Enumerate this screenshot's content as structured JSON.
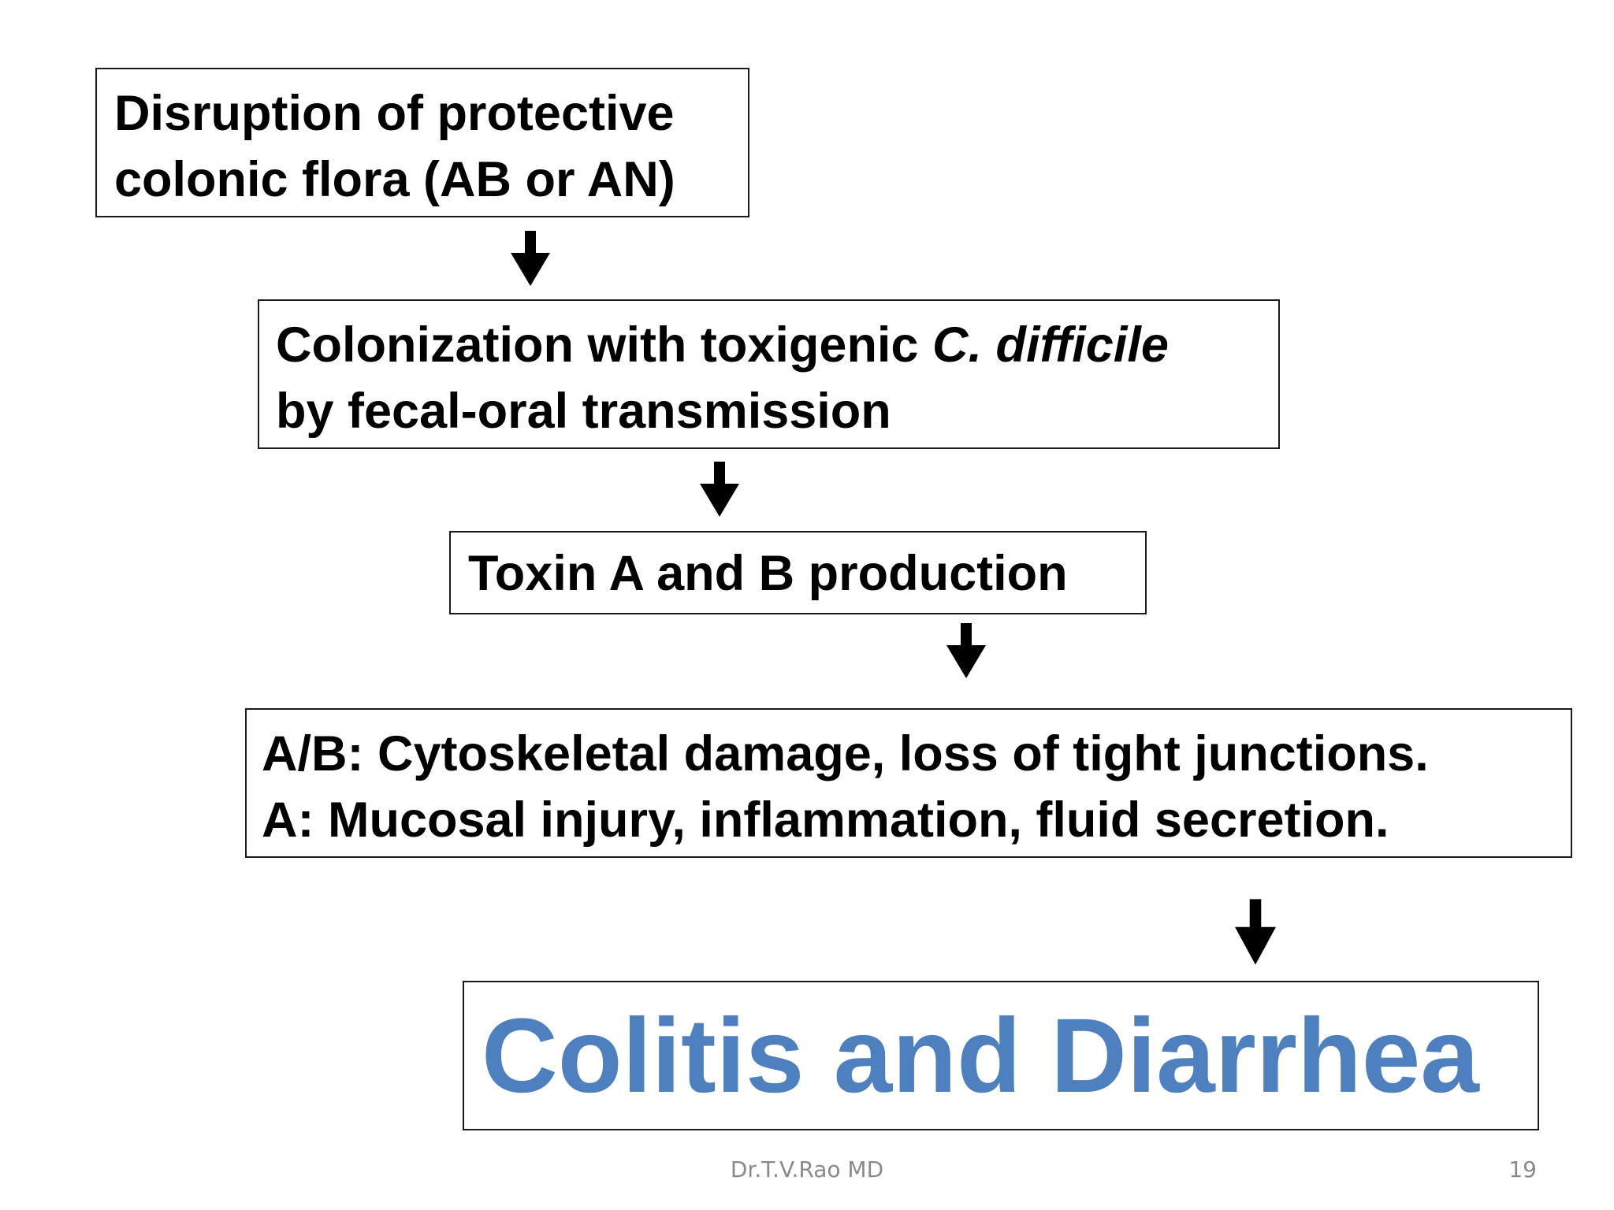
{
  "flowchart": {
    "steps": [
      {
        "lines": [
          "Disruption of protective",
          "colonic flora (AB or AN)"
        ]
      },
      {
        "line1_prefix": "Colonization with toxigenic ",
        "line1_italic": "C. difficile",
        "line2": "by fecal-oral transmission"
      },
      {
        "text": "Toxin A and B production"
      },
      {
        "lines": [
          "A/B: Cytoskeletal damage, loss of tight junctions.",
          "A: Mucosal injury, inflammation, fluid secretion."
        ]
      },
      {
        "text": "Colitis and Diarrhea"
      }
    ],
    "connector_icon": "down-arrow-icon",
    "outcome_color": "#4e80bf"
  },
  "footer": {
    "author": "Dr.T.V.Rao MD",
    "page_number": "19"
  }
}
